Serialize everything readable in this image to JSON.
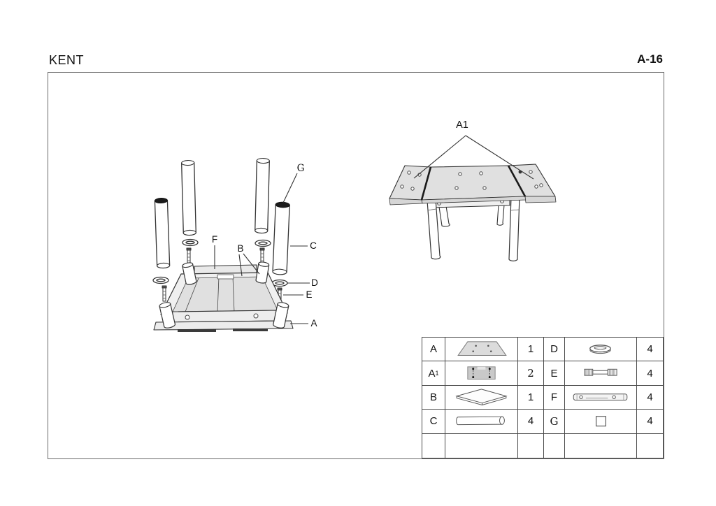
{
  "header": {
    "title": "KENT",
    "page_ref": "A-16"
  },
  "exploded_view": {
    "labels": {
      "g": "G",
      "f": "F",
      "b": "B",
      "c": "C",
      "d": "D",
      "e": "E",
      "a": "A"
    }
  },
  "assembled_view": {
    "label": "A1"
  },
  "parts_table": {
    "rows": [
      {
        "left": {
          "letter": "A",
          "sub": "",
          "qty": "1",
          "icon": "tabletop-icon"
        },
        "right": {
          "letter": "D",
          "qty": "4",
          "icon": "ring-icon"
        }
      },
      {
        "left": {
          "letter": "A",
          "sub": "1",
          "qty": "2",
          "icon": "extension-panel-icon"
        },
        "right": {
          "letter": "E",
          "qty": "4",
          "icon": "stud-bolt-icon"
        }
      },
      {
        "left": {
          "letter": "B",
          "sub": "",
          "qty": "1",
          "icon": "underframe-panel-icon"
        },
        "right": {
          "letter": "F",
          "qty": "4",
          "icon": "mounting-rail-icon"
        }
      },
      {
        "left": {
          "letter": "C",
          "sub": "",
          "qty": "4",
          "icon": "leg-icon"
        },
        "right": {
          "letter": "G",
          "qty": "4",
          "icon": "cap-icon"
        }
      },
      {
        "left": {
          "letter": "",
          "sub": "",
          "qty": ""
        },
        "right": {
          "letter": "",
          "qty": ""
        }
      }
    ]
  },
  "colors": {
    "line": "#333333",
    "surface_fill": "#e0e0e0",
    "frame_border": "#6a6a6a",
    "text": "#111111"
  }
}
